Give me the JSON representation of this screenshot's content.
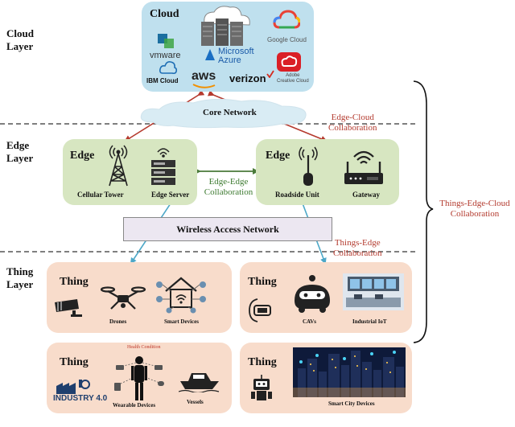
{
  "layers": {
    "cloud": "Cloud\nLayer",
    "edge": "Edge\nLayer",
    "thing": "Thing\nLayer"
  },
  "cloud": {
    "title": "Cloud",
    "logos": {
      "vmware": "vmware",
      "microsoft": "Microsoft",
      "azure": "Azure",
      "google": "Google Cloud",
      "ibm": "IBM Cloud",
      "aws": "aws",
      "verizon": "verizon",
      "adobe": "Adobe\nCreative Cloud"
    }
  },
  "core_network": "Core Network",
  "edge_cloud": "Edge-Cloud\nCollaboration",
  "edge_left": {
    "title": "Edge",
    "devices": [
      "Cellular Tower",
      "Edge Server"
    ]
  },
  "edge_right": {
    "title": "Edge",
    "devices": [
      "Roadside Unit",
      "Gateway"
    ]
  },
  "edge_edge": "Edge-Edge\nCollaboration",
  "wireless": "Wireless Access Network",
  "things_edge": "Things-Edge\nCollaboration",
  "things_edge_cloud": "Things-Edge-Cloud\nCollaboration",
  "thing_boxes": [
    {
      "title": "Thing",
      "devices": [
        "Drones",
        "Smart Devices"
      ]
    },
    {
      "title": "Thing",
      "devices": [
        "CAVs",
        "Industrial IoT"
      ]
    },
    {
      "title": "Thing",
      "devices": [
        "Wearable Devices",
        "Vessels"
      ],
      "extra": [
        "INDUSTRY 4.0",
        "Health Condition"
      ]
    },
    {
      "title": "Thing",
      "devices": [
        "Smart City Devices"
      ]
    }
  ],
  "colors": {
    "cloud_box": "#bfe0ee",
    "edge_box": "#d7e6c1",
    "thing_box": "#f8dccb",
    "red_arrow": "#b53a2e",
    "green_arrow": "#4a7a3a",
    "blue_arrow": "#4da8c8"
  }
}
